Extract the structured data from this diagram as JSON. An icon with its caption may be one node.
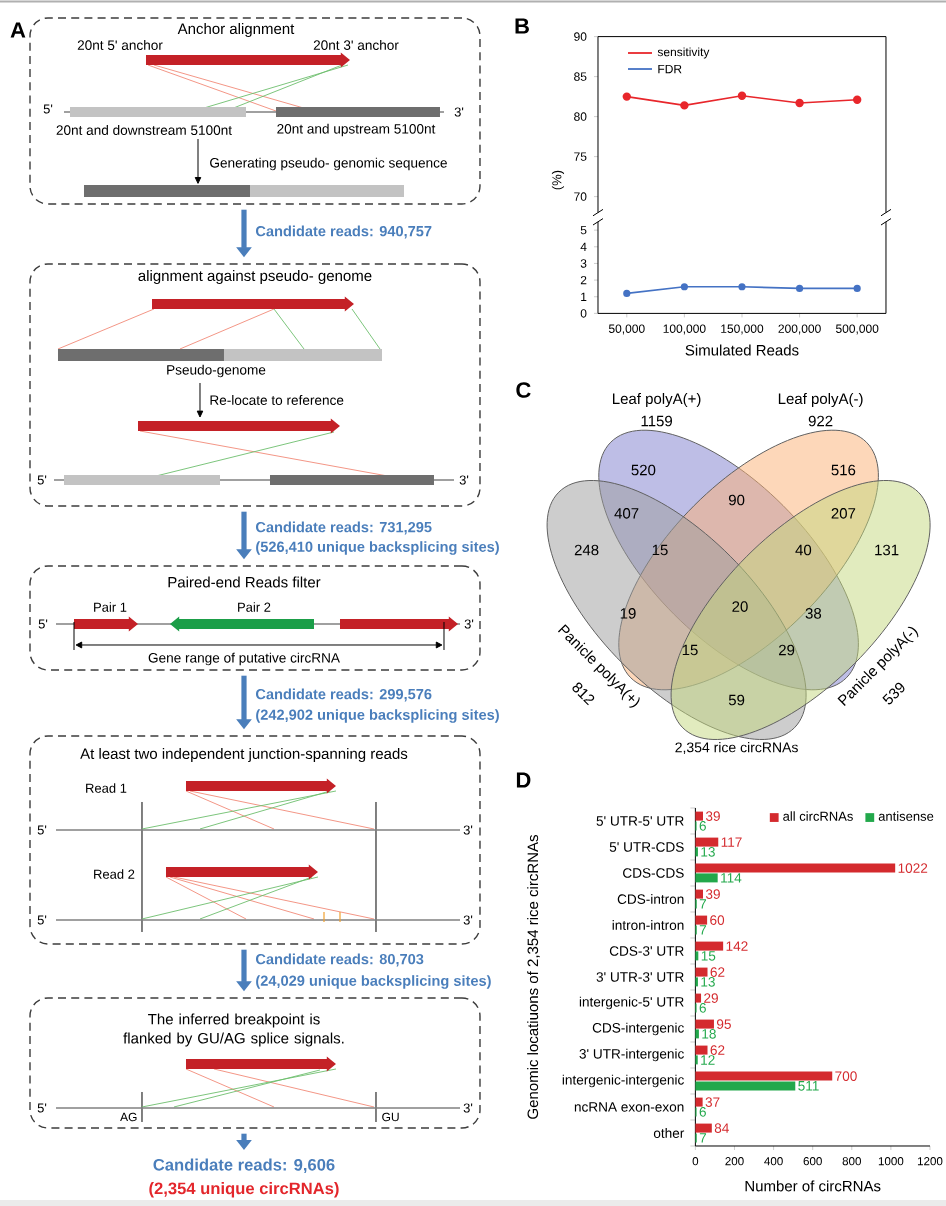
{
  "diagram": {
    "nodes": [
      {
        "text": [
          "Anchor alignment",
          "20nt 5' anchor",
          "20nt 3' anchor",
          "5'",
          "3'",
          "20nt and downstream 5100nt",
          "20nt and upstream 5100nt"
        ]
      },
      {
        "text": [],
        "shape": "bar",
        "in": 0
      },
      {
        "text": [
          "alignment against pseudo- genome",
          "Pseudo-genome",
          "5'",
          "3'"
        ]
      },
      {
        "text": [],
        "shape": "arrow",
        "in": 2
      },
      {
        "text": [
          "Paired-end Reads filter",
          "Pair 1",
          "Pair 2",
          "5'",
          "3'",
          "Gene range of putative circRNA"
        ]
      },
      {
        "text": [
          "At least two independent junction-spanning reads",
          "Read 1",
          "5'",
          "3'",
          "Read 2",
          "5'",
          "3'"
        ]
      },
      {
        "text": [
          "The inferred breakpoint is flanked by GU/AG splice signals.",
          "5'",
          "AG",
          "GU",
          "3'"
        ]
      },
      {
        "text": [
          "Candidate reads: 9,606",
          "(2,354 unique circRNAs)"
        ]
      },
      {
        "text": [
          "Leaf polyA(+)",
          "1159"
        ]
      },
      {
        "text": [
          "Leaf polyA(-)",
          "922"
        ]
      },
      {
        "text": [
          "Panicle polyA(+)",
          "812"
        ]
      },
      {
        "text": [
          "Panicle polyA(-)",
          "539"
        ]
      }
    ],
    "edges": [
      {
        "from": null,
        "to": 1,
        "arrow": "to",
        "label": "Generating pseudo- genomic sequence",
        "color": "#000000"
      },
      {
        "from": 0,
        "to": 2,
        "arrow": "to",
        "label": "Candidate reads: 940,757"
      },
      {
        "from": null,
        "to": 3,
        "arrow": "to",
        "label": "Re-locate to reference",
        "color": "#000000"
      },
      {
        "from": 2,
        "to": 4,
        "arrow": "to",
        "label": "Candidate reads: 731,295"
      },
      {
        "from": 4,
        "to": 5,
        "arrow": "to",
        "label": "Candidate reads: 299,576"
      },
      {
        "from": 5,
        "to": 6,
        "arrow": "to",
        "label": "Candidate reads: 80,703"
      },
      {
        "from": 6,
        "to": 7,
        "arrow": "to"
      }
    ],
    "labels": [
      "A",
      "(526,410 unique backsplicing sites)",
      "(242,902 unique backsplicing sites)",
      "(24,029 unique backsplicing sites)",
      "B",
      "C",
      "520",
      "90",
      "516",
      "407",
      "207",
      "248",
      "15",
      "40",
      "131",
      "19",
      "20",
      "38",
      "15",
      "29",
      "59",
      "2,354 rice circRNAs",
      "D"
    ],
    "legend": [
      {
        "text": "sensitivity"
      },
      {
        "text": "FDR"
      }
    ],
    "chart_data": [
      {
        "type": "line",
        "ylabel": "(%)",
        "series": [
          {
            "color": "#e8262b",
            "marker": "circle",
            "values": [
              82.5,
              81.4,
              82.6,
              81.7,
              82.1
            ]
          }
        ],
        "ylim": [
          68,
          90
        ],
        "yticks": [
          70,
          75,
          80,
          85,
          90
        ]
      },
      {
        "type": "line",
        "xlabel": "Simulated Reads",
        "categories": [
          "50,000",
          "100,000",
          "150,000",
          "200,000",
          "500,000"
        ],
        "series": [
          {
            "color": "#4472c4",
            "marker": "circle",
            "values": [
              1.2,
              1.6,
              1.6,
              1.5,
              1.5
            ]
          }
        ],
        "ylim": [
          0,
          5.5
        ],
        "yticks": [
          0,
          1,
          2,
          3,
          4,
          5
        ]
      },
      {
        "type": "bar",
        "orientation": "horizontal",
        "xlabel": "Number of circRNAs",
        "ylabel": "Genomic locatiuons of 2,354 rice circRNAs",
        "categories": [
          "5' UTR-5' UTR",
          "5' UTR-CDS",
          "CDS-CDS",
          "CDS-intron",
          "intron-intron",
          "CDS-3' UTR",
          "3' UTR-3' UTR",
          "intergenic-5' UTR",
          "CDS-intergenic",
          "3' UTR-intergenic",
          "intergenic-intergenic",
          "ncRNA exon-exon",
          "other"
        ],
        "series": [
          {
            "name": "all circRNAs",
            "color": "#d42a2e",
            "values": [
              39,
              117,
              1022,
              39,
              60,
              142,
              62,
              29,
              95,
              62,
              700,
              37,
              84
            ]
          },
          {
            "name": "antisense",
            "color": "#22a84b",
            "values": [
              6,
              13,
              114,
              7,
              7,
              15,
              13,
              6,
              18,
              12,
              511,
              6,
              7
            ]
          }
        ],
        "xlim": [
          0,
          1200
        ],
        "xticks": [
          0,
          200,
          400,
          600,
          800,
          1000,
          1200
        ],
        "data_labels": true,
        "legend": "top-right"
      }
    ]
  }
}
